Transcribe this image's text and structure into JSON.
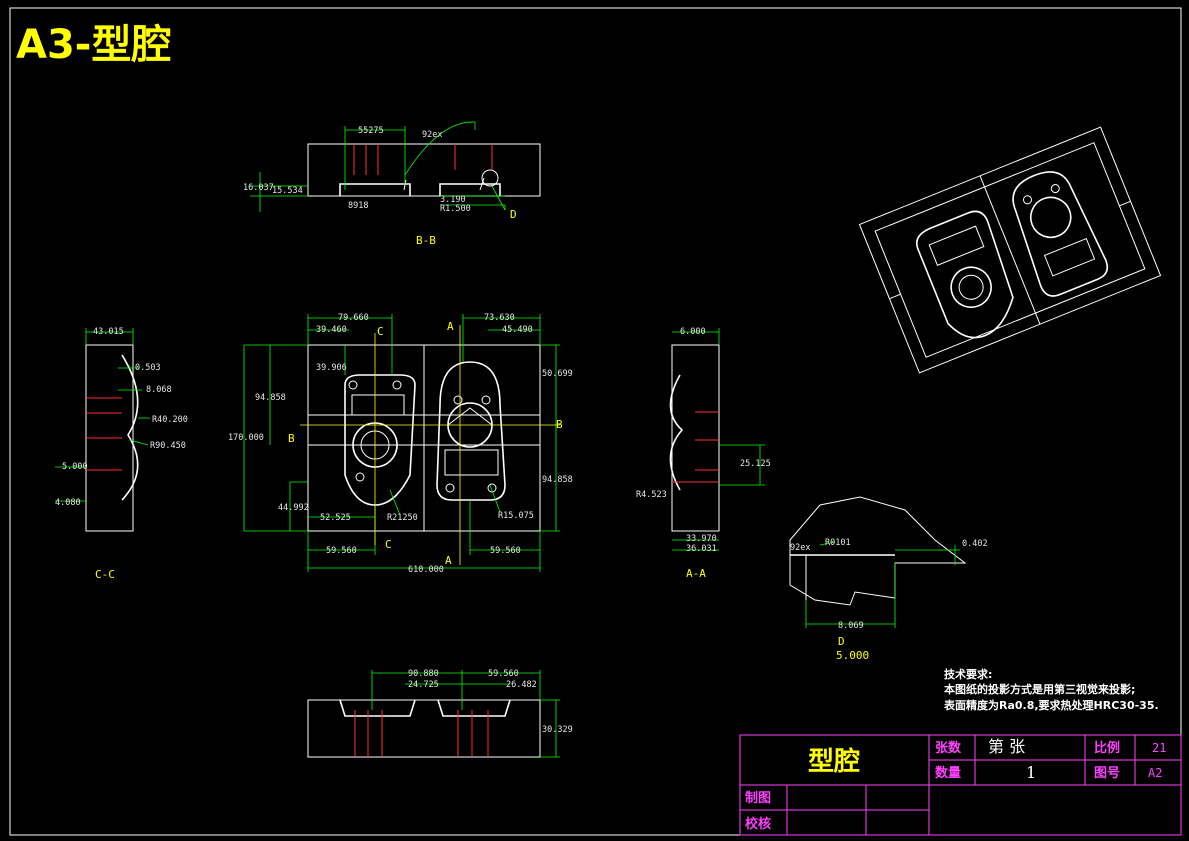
{
  "drawing_title": "A3-型腔",
  "views": {
    "bb_label": "B-B",
    "cc_label": "C-C",
    "aa_label": "A-A",
    "d_label": "D",
    "d_scale": "5.000",
    "section_marks": {
      "a": "A",
      "b": "B",
      "c": "C",
      "d": "D"
    }
  },
  "dimensions": {
    "bb": [
      "55275",
      "92ex",
      "16.037",
      "15.534",
      "8918",
      "3.190",
      "R1.500"
    ],
    "cc": [
      "43.015",
      "0.503",
      "8.068",
      "R40.200",
      "R90.450",
      "5.000",
      "4.080"
    ],
    "main": [
      "79.660",
      "39.460",
      "73.630",
      "45.490",
      "39.906",
      "94.858",
      "50.699",
      "170.000",
      "94.858",
      "R21250",
      "R15.075",
      "44.992",
      "52.525",
      "59.560",
      "59.560",
      "610.000"
    ],
    "aa": [
      "6.000",
      "25.125",
      "R4.523",
      "33.970",
      "36.031"
    ],
    "detail": [
      "R0101",
      "0.402",
      "8.069",
      "92ex"
    ],
    "bottom": [
      "90.880",
      "24.725",
      "59.560",
      "26.482",
      "30.329"
    ]
  },
  "tech_notes": {
    "heading": "技术要求:",
    "line1": "本图纸的投影方式是用第三视觉来投影;",
    "line2": "表面精度为Ra0.8,要求热处理HRC30-35."
  },
  "title_block": {
    "part_name": "型腔",
    "sheets_label": "张数",
    "sheet_of": "第      张",
    "scale_label": "比例",
    "scale_value": "21",
    "qty_label": "数量",
    "qty_value": "1",
    "drawing_no_label": "图号",
    "drawing_no_value": "A2",
    "drawn_label": "制图",
    "checked_label": "校核"
  },
  "colors": {
    "background": "#000000",
    "title": "#ffff00",
    "dimension": "#00ff00",
    "outline": "#ffffff",
    "hidden": "#ff3030",
    "title_block": "#ff40ff"
  }
}
